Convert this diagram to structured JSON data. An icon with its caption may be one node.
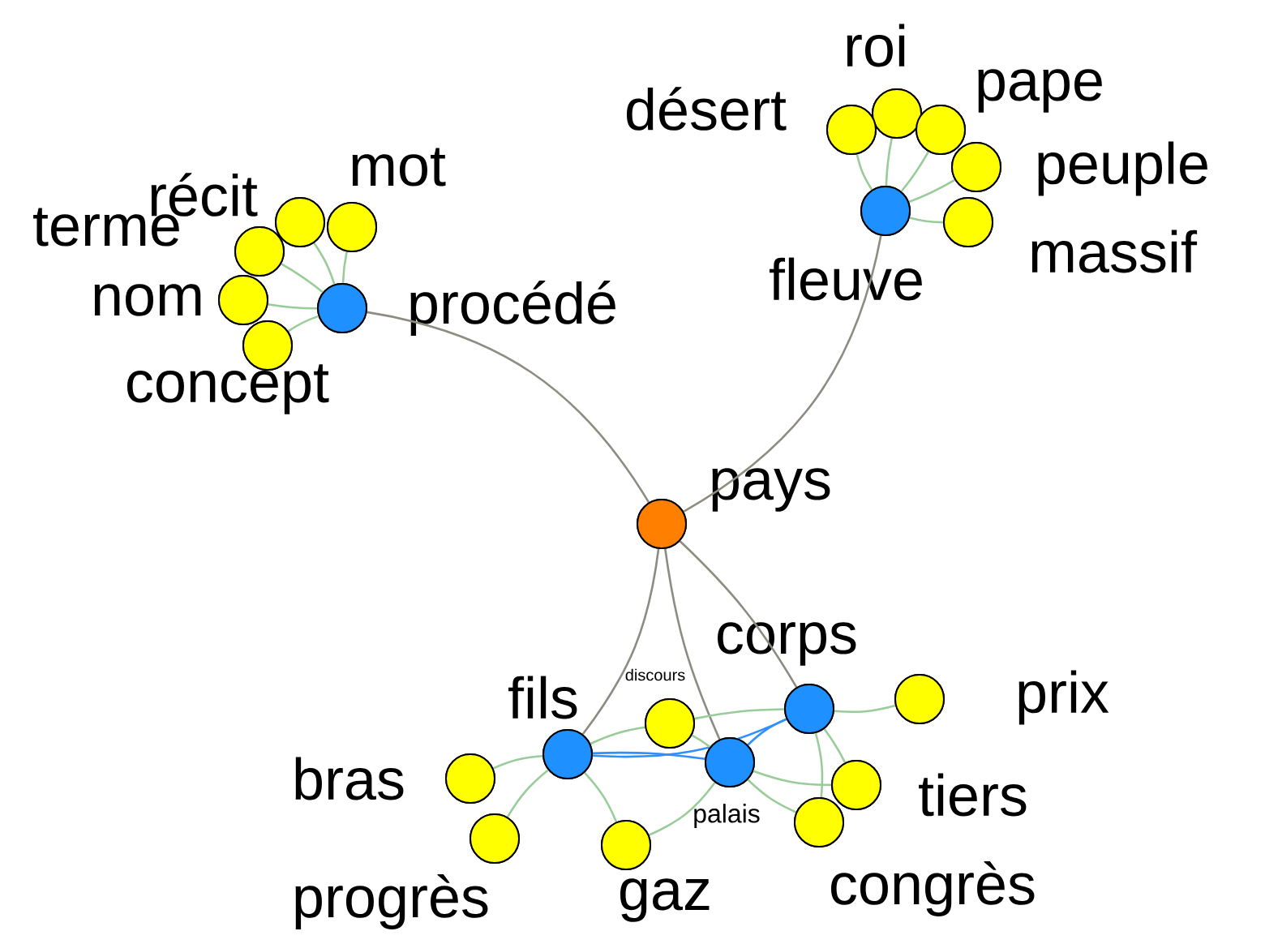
{
  "diagram": {
    "nodes": [
      {
        "text": [],
        "shape": "circle",
        "beside": [
          "roi"
        ]
      },
      {
        "text": [],
        "shape": "circle",
        "beside": [
          "désert"
        ]
      },
      {
        "text": [],
        "shape": "circle",
        "beside": [
          "pape"
        ]
      },
      {
        "text": [],
        "shape": "circle",
        "beside": [
          "récit"
        ]
      },
      {
        "text": [],
        "shape": "circle",
        "beside": [
          "mot"
        ]
      },
      {
        "text": [],
        "shape": "circle",
        "beside": [
          "peuple"
        ]
      },
      {
        "text": [],
        "shape": "circle",
        "beside": [
          "terme"
        ]
      },
      {
        "text": [],
        "shape": "circle",
        "beside": [
          "fleuve"
        ]
      },
      {
        "text": [],
        "shape": "circle",
        "beside": [
          "massif"
        ]
      },
      {
        "text": [],
        "shape": "circle",
        "beside": [
          "nom"
        ]
      },
      {
        "text": [],
        "shape": "circle",
        "beside": [
          "procédé"
        ]
      },
      {
        "text": [],
        "shape": "circle",
        "beside": [
          "concept"
        ]
      },
      {
        "text": [],
        "shape": "circle",
        "beside": [
          "pays"
        ]
      },
      {
        "text": [],
        "shape": "circle",
        "beside": [
          "corps"
        ]
      },
      {
        "text": [],
        "shape": "circle",
        "beside": [
          "discours"
        ]
      },
      {
        "text": [],
        "shape": "circle",
        "beside": [
          "fils"
        ]
      },
      {
        "text": [],
        "shape": "circle",
        "beside": [
          "prix"
        ]
      },
      {
        "text": [],
        "shape": "circle",
        "beside": [
          "palais"
        ]
      },
      {
        "text": [],
        "shape": "circle",
        "beside": [
          "bras"
        ]
      },
      {
        "text": [],
        "shape": "circle",
        "beside": [
          "tiers"
        ]
      },
      {
        "text": [],
        "shape": "circle",
        "beside": [
          "gaz"
        ]
      },
      {
        "text": [],
        "shape": "circle",
        "beside": [
          "progrès"
        ]
      },
      {
        "text": [],
        "shape": "circle",
        "beside": [
          "congrès"
        ]
      }
    ],
    "edges": [
      {
        "from": 12,
        "to": 10,
        "arrow": "none",
        "color": "#8e8c80"
      },
      {
        "from": 12,
        "to": 7,
        "arrow": "none",
        "color": "#8e8c80"
      },
      {
        "from": 12,
        "to": 15,
        "arrow": "none",
        "color": "#8e8c80"
      },
      {
        "from": 12,
        "to": 17,
        "arrow": "none",
        "color": "#8e8c80"
      },
      {
        "from": 12,
        "to": 13,
        "arrow": "none",
        "color": "#8e8c80"
      },
      {
        "from": 7,
        "to": 1,
        "arrow": "none"
      },
      {
        "from": 7,
        "to": 0,
        "arrow": "none"
      },
      {
        "from": 7,
        "to": 2,
        "arrow": "none"
      },
      {
        "from": 7,
        "to": 5,
        "arrow": "none"
      },
      {
        "from": 7,
        "to": 8,
        "arrow": "none"
      },
      {
        "from": 10,
        "to": 4,
        "arrow": "none"
      },
      {
        "from": 10,
        "to": 3,
        "arrow": "none"
      },
      {
        "from": 10,
        "to": 6,
        "arrow": "none"
      },
      {
        "from": 10,
        "to": 9,
        "arrow": "none"
      },
      {
        "from": 10,
        "to": 11,
        "arrow": "none"
      },
      {
        "from": 15,
        "to": 18,
        "arrow": "none"
      },
      {
        "from": 15,
        "to": 21,
        "arrow": "none"
      },
      {
        "from": 15,
        "to": 20,
        "arrow": "none"
      },
      {
        "from": 15,
        "to": 14,
        "arrow": "none"
      },
      {
        "from": 15,
        "to": 17,
        "arrow": "none",
        "color": "#2f8fff"
      },
      {
        "from": 17,
        "to": 13,
        "arrow": "none",
        "color": "#2f8fff"
      },
      {
        "from": 15,
        "to": 13,
        "arrow": "none",
        "color": "#2f8fff"
      },
      {
        "from": 14,
        "to": 17,
        "arrow": "none"
      },
      {
        "from": 14,
        "to": 13,
        "arrow": "none"
      },
      {
        "from": 17,
        "to": 20,
        "arrow": "none"
      },
      {
        "from": 13,
        "to": 16,
        "arrow": "none"
      },
      {
        "from": 13,
        "to": 19,
        "arrow": "none"
      },
      {
        "from": 13,
        "to": 22,
        "arrow": "none"
      },
      {
        "from": 17,
        "to": 19,
        "arrow": "none"
      },
      {
        "from": 17,
        "to": 22,
        "arrow": "none"
      }
    ]
  }
}
